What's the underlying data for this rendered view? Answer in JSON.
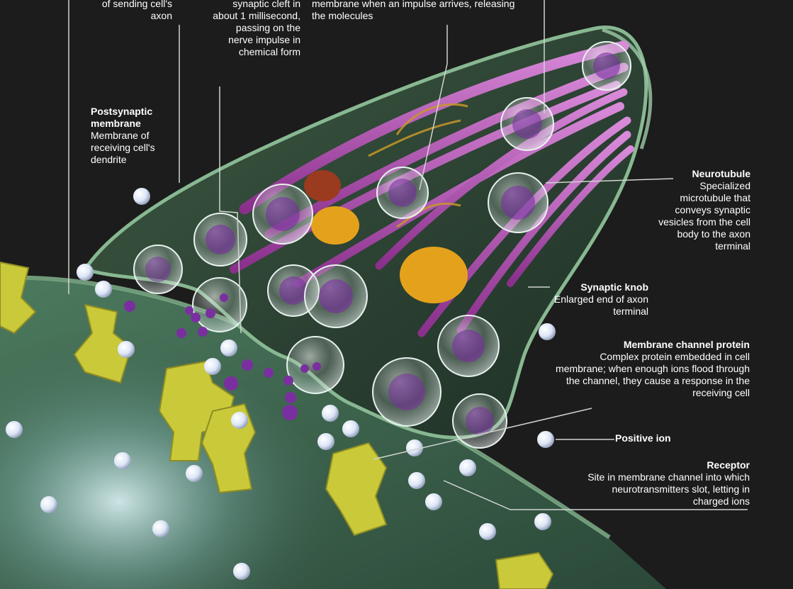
{
  "labels": {
    "sending_axon": {
      "title": "",
      "text": "of sending cell's axon"
    },
    "synaptic_cleft": {
      "title": "",
      "text": "synaptic cleft in about 1 millisecond, passing on the nerve impulse in chemical form"
    },
    "vesicle_release": {
      "title": "",
      "text": "membrane when an impulse arrives, releasing the molecules"
    },
    "postsynaptic_membrane": {
      "title": "Postsynaptic membrane",
      "text": "Membrane of receiving cell's dendrite"
    },
    "neurotubule": {
      "title": "Neurotubule",
      "text": "Specialized microtubule that conveys synaptic vesicles from the cell body to the axon terminal"
    },
    "synaptic_knob": {
      "title": "Synaptic knob",
      "text": "Enlarged end of axon terminal"
    },
    "membrane_channel_protein": {
      "title": "Membrane channel protein",
      "text": "Complex protein embedded in cell membrane; when enough ions flood through the channel, they cause a response in the receiving cell"
    },
    "positive_ion": {
      "title": "Positive ion",
      "text": ""
    },
    "receptor": {
      "title": "Receptor",
      "text": "Site in membrane channel into which neurotransmitters slot, letting in charged ions"
    }
  },
  "colors": {
    "background": "#1b1c1b",
    "membrane": "#6f9a6d",
    "neurotubule": "#b04fb3",
    "vesicle_contents": "#7a2fa0",
    "protein": "#c9c93a",
    "mitochondrion": "#e4a21c",
    "ion": "#e8eefa",
    "leader_line": "#cfd4cf"
  }
}
